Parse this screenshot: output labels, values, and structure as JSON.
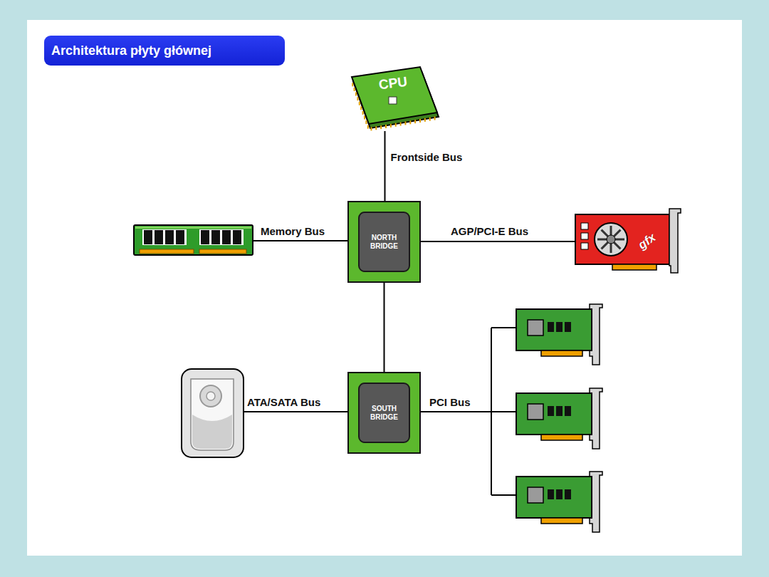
{
  "diagram": {
    "title": "Architektura płyty głównej",
    "nodes": [
      {
        "text": [
          "CPU"
        ]
      },
      {
        "text": [
          "NORTH BRIDGE"
        ]
      },
      {
        "text": [
          "gfx"
        ]
      },
      {
        "text": [
          "SOUTH BRIDGE"
        ]
      }
    ],
    "edges": [
      {
        "from": 0,
        "to": 1,
        "label": "Frontside Bus",
        "arrow": "none"
      },
      {
        "from": 1,
        "to": 2,
        "label": "AGP/PCI-E Bus",
        "arrow": "none"
      },
      {
        "from": 1,
        "to": 3,
        "arrow": "none"
      }
    ],
    "labels": [
      "Memory Bus",
      "ATA/SATA Bus",
      "PCI Bus"
    ]
  }
}
